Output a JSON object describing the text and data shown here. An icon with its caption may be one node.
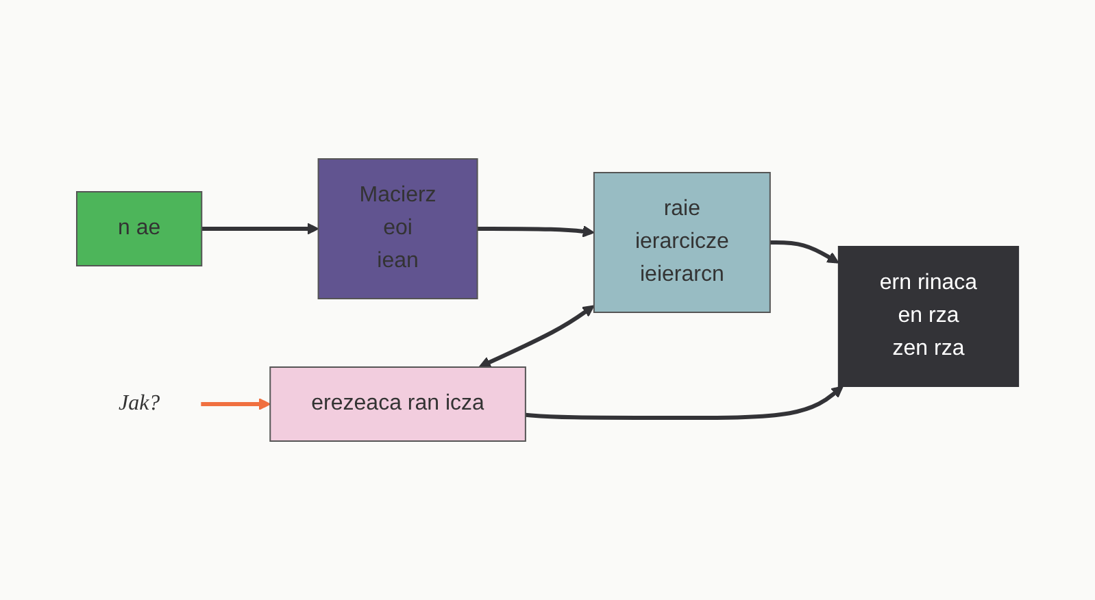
{
  "diagram": {
    "nodes": [
      {
        "text": [
          "n ae"
        ]
      },
      {
        "text": [
          "Macierz",
          "eoi",
          "iean"
        ]
      },
      {
        "text": [
          "raie",
          "ierarcicze",
          "ieierarcn"
        ]
      },
      {
        "text": [
          "Jak?"
        ]
      },
      {
        "text": [
          "erezeaca ran icza"
        ]
      },
      {
        "text": [
          "ern rinaca",
          "en rza",
          "zen rza"
        ]
      }
    ],
    "edges": [
      {
        "from": 0,
        "to": 1,
        "arrow": "to"
      },
      {
        "from": 1,
        "to": 2,
        "arrow": "to"
      },
      {
        "from": 2,
        "to": 5,
        "arrow": "to"
      },
      {
        "from": 3,
        "to": 4,
        "arrow": "to",
        "color": "#f07040"
      },
      {
        "from": 4,
        "to": 2,
        "arrow": "both"
      },
      {
        "from": 4,
        "to": 5,
        "arrow": "to"
      }
    ]
  }
}
